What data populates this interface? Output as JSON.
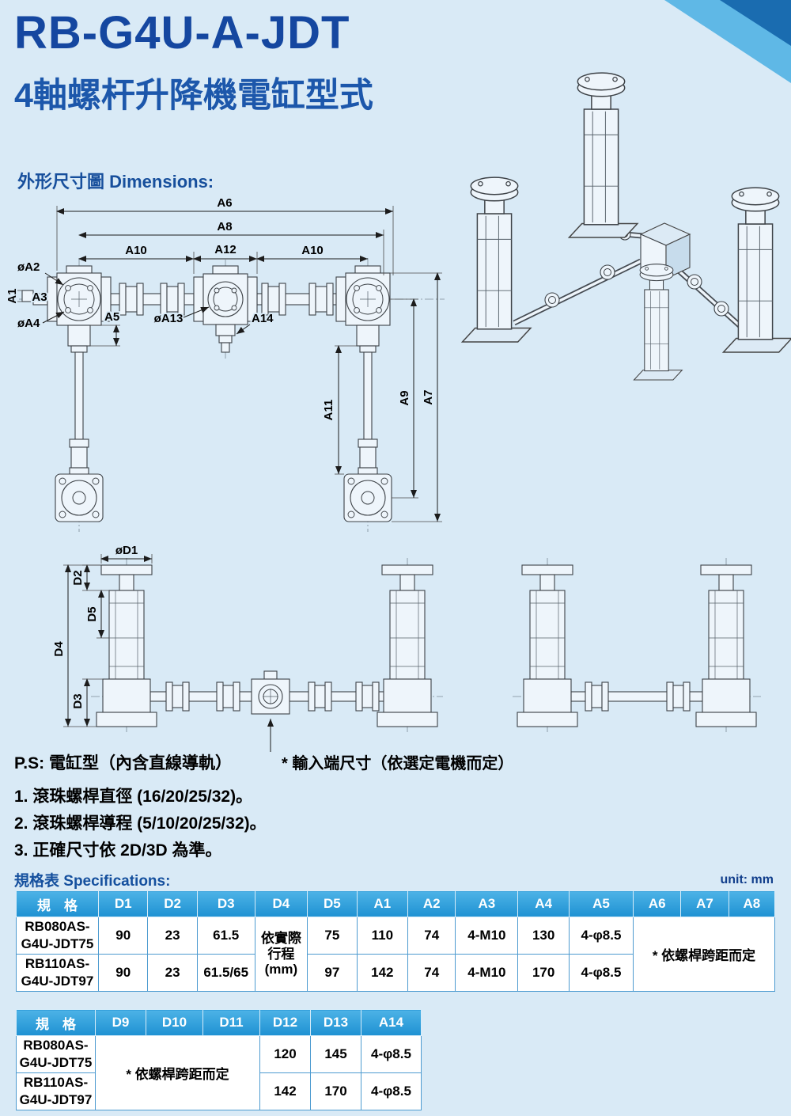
{
  "header": {
    "title": "RB-G4U-A-JDT",
    "subtitle": "4軸螺杆升降機電缸型式"
  },
  "sections": {
    "dimensions_label": "外形尺寸圖 Dimensions:",
    "spec_label": "規格表 Specifications:",
    "unit_label": "unit: mm"
  },
  "dims": {
    "a6": "A6",
    "a8": "A8",
    "a10_left": "A10",
    "a12": "A12",
    "a10_right": "A10",
    "oa2": "øA2",
    "a1": "A1",
    "a3": "A3",
    "oa4": "øA4",
    "a5": "A5",
    "oa13": "øA13",
    "a14": "A14",
    "a11": "A11",
    "a9": "A9",
    "a7": "A7",
    "od1": "øD1",
    "d2": "D2",
    "d5": "D5",
    "d4": "D4",
    "d3": "D3"
  },
  "notes": {
    "ps": "P.S: 電缸型（內含直線導軌）",
    "input_note": "* 輸入端尺寸（依選定電機而定）",
    "items": [
      "1. 滾珠螺桿直徑 (16/20/25/32)。",
      "2. 滾珠螺桿導程 (5/10/20/25/32)。",
      "3. 正確尺寸依 2D/3D 為準。"
    ]
  },
  "table1": {
    "headers": [
      "規　格",
      "D1",
      "D2",
      "D3",
      "D4",
      "D5",
      "A1",
      "A2",
      "A3",
      "A4",
      "A5",
      "A6",
      "A7",
      "A8"
    ],
    "d4_lines": [
      "依實際",
      "行程",
      "(mm)"
    ],
    "span_note": "* 依螺桿跨距而定",
    "rows": [
      {
        "model1": "RB080AS-",
        "model2": "G4U-JDT75",
        "d1": "90",
        "d2": "23",
        "d3": "61.5",
        "d5": "75",
        "a1": "110",
        "a2": "74",
        "a3": "4-M10",
        "a4": "130",
        "a5": "4-φ8.5"
      },
      {
        "model1": "RB110AS-",
        "model2": "G4U-JDT97",
        "d1": "90",
        "d2": "23",
        "d3": "61.5/65",
        "d5": "97",
        "a1": "142",
        "a2": "74",
        "a3": "4-M10",
        "a4": "170",
        "a5": "4-φ8.5"
      }
    ]
  },
  "table2": {
    "headers": [
      "規　格",
      "D9",
      "D10",
      "D11",
      "D12",
      "D13",
      "A14"
    ],
    "span_note": "* 依螺桿跨距而定",
    "rows": [
      {
        "model1": "RB080AS-",
        "model2": "G4U-JDT75",
        "d12": "120",
        "d13": "145",
        "a14": "4-φ8.5"
      },
      {
        "model1": "RB110AS-",
        "model2": "G4U-JDT97",
        "d12": "142",
        "d13": "170",
        "a14": "4-φ8.5"
      }
    ]
  }
}
